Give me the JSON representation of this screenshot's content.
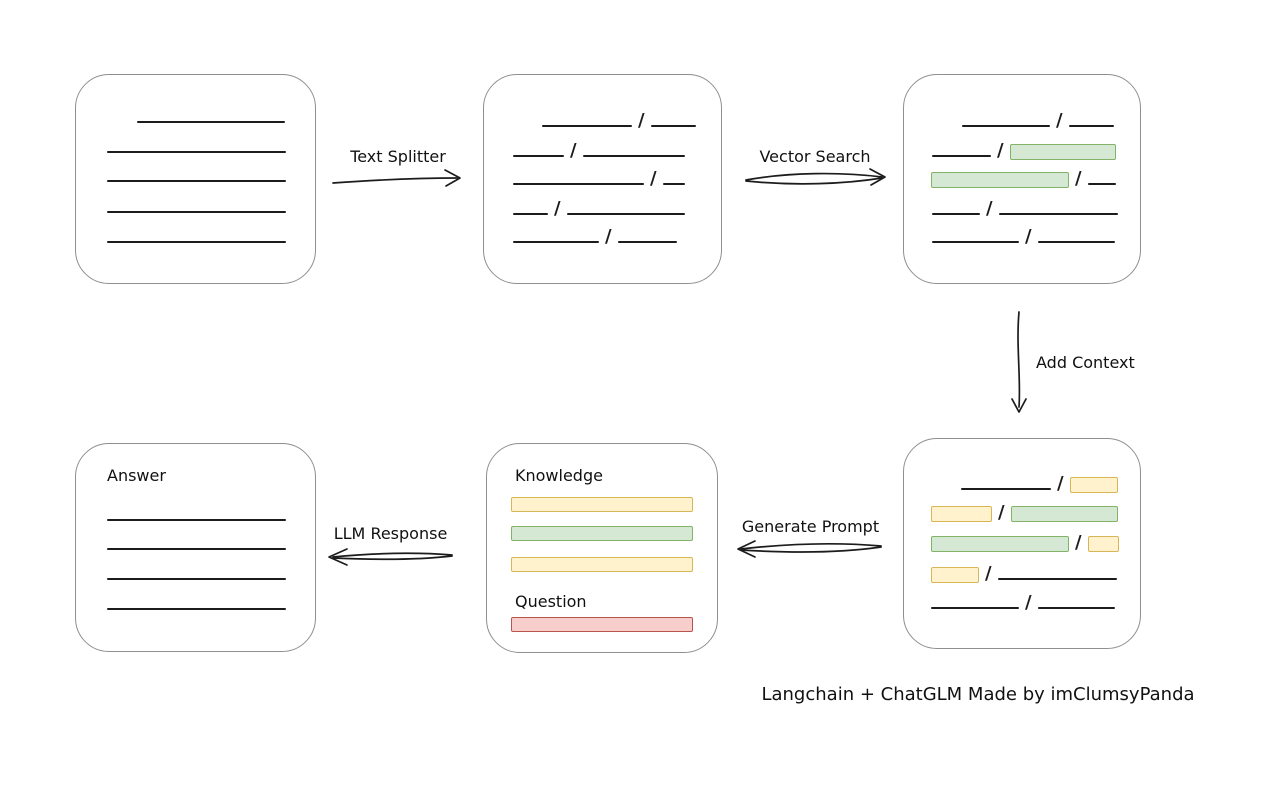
{
  "glyphs": {
    "slash": "/"
  },
  "colors": {
    "background": "#ffffff",
    "box_border": "#8f8f8f",
    "ink": "#1c1c1c",
    "green_fill": "#d5e8d4",
    "green_border": "#82b366",
    "yellow_fill": "#fff2cc",
    "yellow_border": "#d6b656",
    "red_fill": "#f8cecc",
    "red_border": "#b85450"
  },
  "flow": {
    "arrows": {
      "text_splitter": "Text Splitter",
      "vector_search": "Vector Search",
      "add_context": "Add Context",
      "generate_prompt": "Generate Prompt",
      "llm_response": "LLM Response"
    },
    "nodes": {
      "source_document": {
        "line_count": 5
      },
      "split_chunks": {
        "row_count": 5,
        "separator": "/"
      },
      "search_results": {
        "row_count": 5,
        "separator": "/",
        "green_chunks": 2
      },
      "context_chunks": {
        "row_count": 5,
        "separator": "/",
        "green_chunks": 2,
        "yellow_chunks": 4
      },
      "prompt": {
        "knowledge_label": "Knowledge",
        "knowledge_bars": [
          "yellow",
          "green",
          "yellow"
        ],
        "question_label": "Question",
        "question_bars": [
          "red"
        ]
      },
      "answer": {
        "label": "Answer",
        "line_count": 4
      }
    }
  },
  "caption": "Langchain + ChatGLM Made by imClumsyPanda"
}
